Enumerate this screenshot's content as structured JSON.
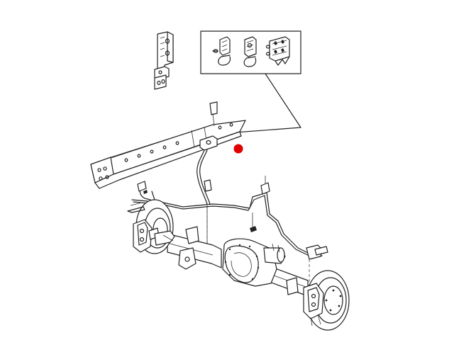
{
  "colors": {
    "accent_marker": "#e00000",
    "line": "#222222",
    "background": "#ffffff"
  },
  "parts": [
    "mounting-bracket",
    "brake-line-clips-detail",
    "frame-rail",
    "frame-bracket",
    "brake-hose",
    "brake-lines",
    "left-brake-rotor",
    "left-brake-caliper",
    "rear-axle-housing",
    "differential",
    "right-brake-rotor",
    "right-brake-caliper",
    "location-marker"
  ]
}
